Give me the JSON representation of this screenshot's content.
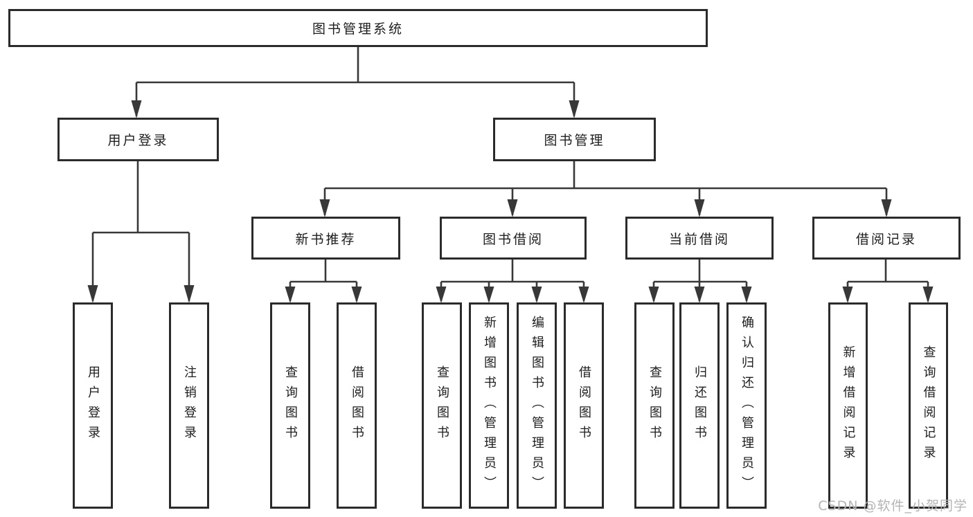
{
  "tree": {
    "label": "图书管理系统",
    "children": [
      {
        "label": "用户登录",
        "children": [
          {
            "label": "用户登录"
          },
          {
            "label": "注销登录"
          }
        ]
      },
      {
        "label": "图书管理",
        "children": [
          {
            "label": "新书推荐",
            "children": [
              {
                "label": "查询图书"
              },
              {
                "label": "借阅图书"
              }
            ]
          },
          {
            "label": "图书借阅",
            "children": [
              {
                "label": "查询图书"
              },
              {
                "label": "新增图书（管理员）"
              },
              {
                "label": "编辑图书（管理员）"
              },
              {
                "label": "借阅图书"
              }
            ]
          },
          {
            "label": "当前借阅",
            "children": [
              {
                "label": "查询图书"
              },
              {
                "label": "归还图书"
              },
              {
                "label": "确认归还（管理员）"
              }
            ]
          },
          {
            "label": "借阅记录",
            "children": [
              {
                "label": "新增借阅记录"
              },
              {
                "label": "查询借阅记录"
              }
            ]
          }
        ]
      }
    ]
  },
  "watermark": {
    "text": "CSDN @软件_小贺同学"
  },
  "colors": {
    "line": "#383838",
    "box_border": "#2b2b2b",
    "text": "#1d1d1d",
    "watermark": "#b4b4b4",
    "background": "#ffffff"
  }
}
